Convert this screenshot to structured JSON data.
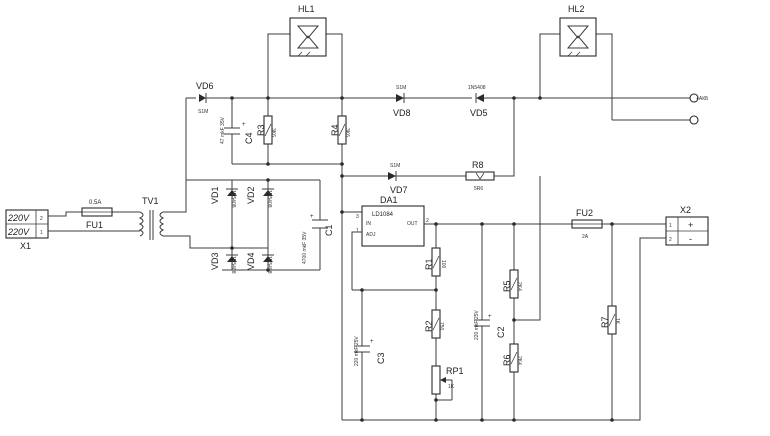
{
  "input_connector": {
    "name": "X1",
    "pins": [
      "220V",
      "220V"
    ],
    "pin_numbers": [
      "2",
      "1"
    ]
  },
  "fuse1": {
    "name": "FU1",
    "rating": "0.5A"
  },
  "transformer": {
    "name": "TV1"
  },
  "bridge_diodes": [
    {
      "name": "VD1",
      "part": "1N5408"
    },
    {
      "name": "VD2",
      "part": "1N5408"
    },
    {
      "name": "VD3",
      "part": "1N5408"
    },
    {
      "name": "VD4",
      "part": "1N5408"
    }
  ],
  "vd6": {
    "name": "VD6",
    "part": "S1M"
  },
  "c4": {
    "name": "C4",
    "value": "47 mkF 35V"
  },
  "r3": {
    "name": "R3",
    "value": "3K6"
  },
  "r4": {
    "name": "R4",
    "value": "3K6"
  },
  "c1": {
    "name": "C1",
    "value": "4700 mkF 35V"
  },
  "hl1": {
    "name": "HL1"
  },
  "hl2": {
    "name": "HL2"
  },
  "vd8": {
    "name": "VD8",
    "part": "S1M"
  },
  "vd5": {
    "name": "VD5",
    "part": "1N5408"
  },
  "vd7": {
    "name": "VD7",
    "part": "S1M"
  },
  "r8": {
    "name": "R8",
    "value": "5R6"
  },
  "regulator": {
    "name": "DA1",
    "part": "LD1084",
    "pins": {
      "in": "IN",
      "out": "OUT",
      "adj": "ADJ"
    },
    "pin_numbers": {
      "in": "3",
      "adj": "1",
      "out": "2"
    }
  },
  "r1": {
    "name": "R1",
    "value": "100"
  },
  "r2": {
    "name": "R2",
    "value": "750"
  },
  "rp1": {
    "name": "RP1",
    "value": "1K"
  },
  "c3": {
    "name": "C3",
    "value": "220 mkF 25V"
  },
  "c2": {
    "name": "C2",
    "value": "220 mkF 25V"
  },
  "r5": {
    "name": "R5",
    "value": "2K4"
  },
  "r6": {
    "name": "R6",
    "value": "2K4"
  },
  "r7": {
    "name": "R7",
    "value": "1K"
  },
  "fuse2": {
    "name": "FU2",
    "rating": "2A"
  },
  "output_connector": {
    "name": "X2",
    "pin_numbers": [
      "1",
      "2"
    ],
    "polarity": [
      "+",
      "-"
    ]
  },
  "akb_label": "+АКБ"
}
